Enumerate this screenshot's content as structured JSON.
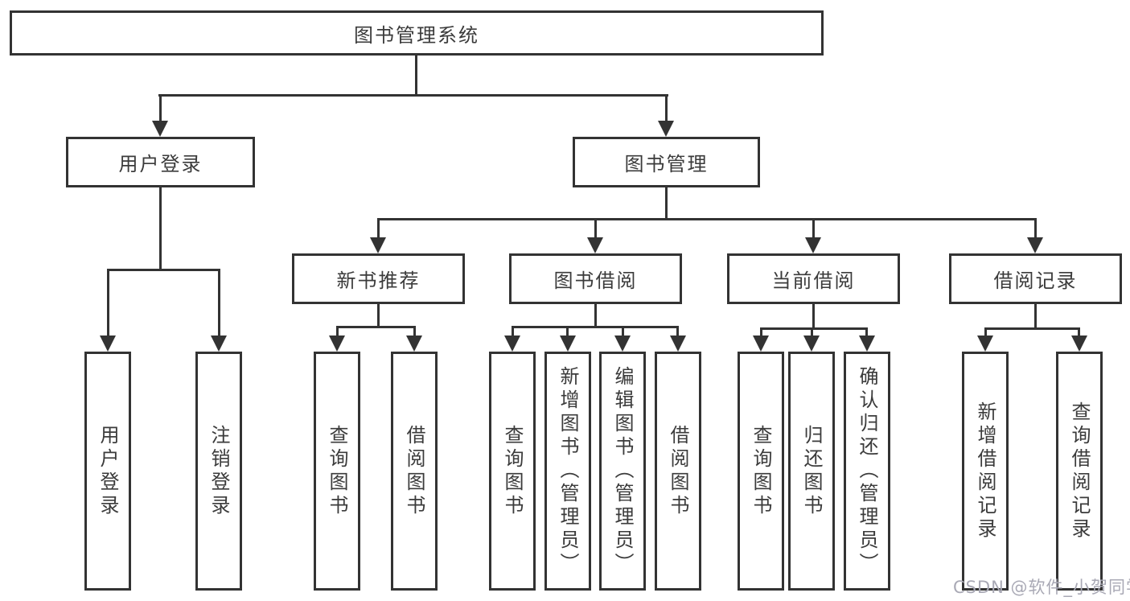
{
  "root": {
    "label": "图书管理系统"
  },
  "level1": [
    {
      "id": "user-login",
      "label": "用户登录"
    },
    {
      "id": "book-management",
      "label": "图书管理"
    }
  ],
  "level2": [
    {
      "id": "new-book-recommend",
      "label": "新书推荐",
      "parent": "图书管理"
    },
    {
      "id": "book-borrowing",
      "label": "图书借阅",
      "parent": "图书管理"
    },
    {
      "id": "current-borrowing",
      "label": "当前借阅",
      "parent": "图书管理"
    },
    {
      "id": "borrowing-records",
      "label": "借阅记录",
      "parent": "图书管理"
    }
  ],
  "leaves": [
    {
      "parent": "用户登录",
      "label": "用户登录"
    },
    {
      "parent": "用户登录",
      "label": "注销登录"
    },
    {
      "parent": "新书推荐",
      "label": "查询图书"
    },
    {
      "parent": "新书推荐",
      "label": "借阅图书"
    },
    {
      "parent": "图书借阅",
      "label": "查询图书"
    },
    {
      "parent": "图书借阅",
      "label": "新增图书（管理员）"
    },
    {
      "parent": "图书借阅",
      "label": "编辑图书（管理员）"
    },
    {
      "parent": "图书借阅",
      "label": "借阅图书"
    },
    {
      "parent": "当前借阅",
      "label": "查询图书"
    },
    {
      "parent": "当前借阅",
      "label": "归还图书"
    },
    {
      "parent": "当前借阅",
      "label": "确认归还（管理员）"
    },
    {
      "parent": "借阅记录",
      "label": "新增借阅记录"
    },
    {
      "parent": "借阅记录",
      "label": "查询借阅记录"
    }
  ],
  "watermark": {
    "text": "CSDN @软件_小贺同学"
  },
  "colors": {
    "line": "#333333",
    "text": "#3b3b3b",
    "background": "#ffffff",
    "watermark": "#a9a9b5"
  }
}
